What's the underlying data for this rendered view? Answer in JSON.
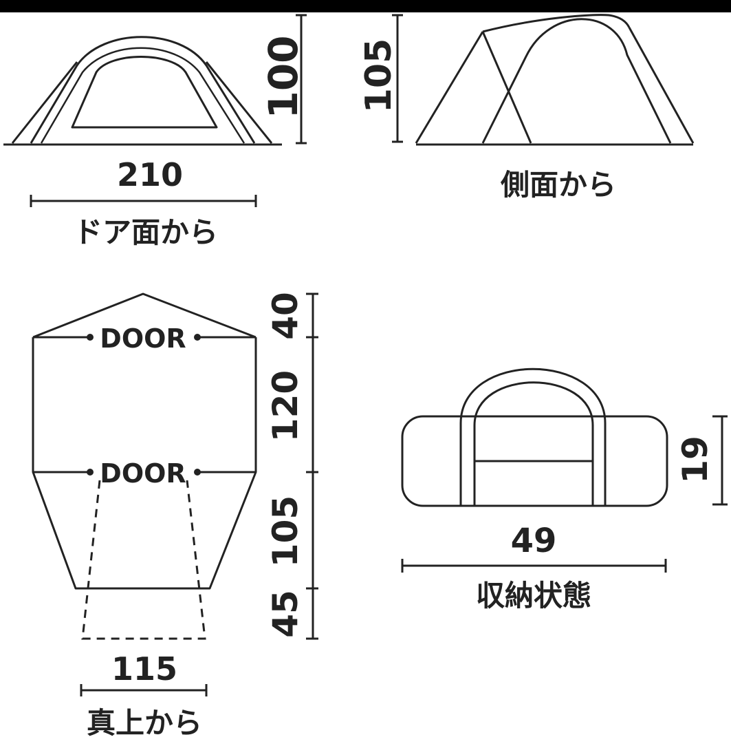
{
  "colors": {
    "background": "#ffffff",
    "line": "#222222",
    "top_bar": "#000000"
  },
  "front_view": {
    "height": "100",
    "width": "210",
    "label": "ドア面から"
  },
  "side_view": {
    "height": "105",
    "label": "側面から"
  },
  "top_view": {
    "door_top": "DOOR",
    "door_middle": "DOOR",
    "dims": [
      "40",
      "120",
      "105",
      "45"
    ],
    "width": "115",
    "label": "真上から"
  },
  "storage": {
    "height": "19",
    "width": "49",
    "label": "収納状態"
  }
}
